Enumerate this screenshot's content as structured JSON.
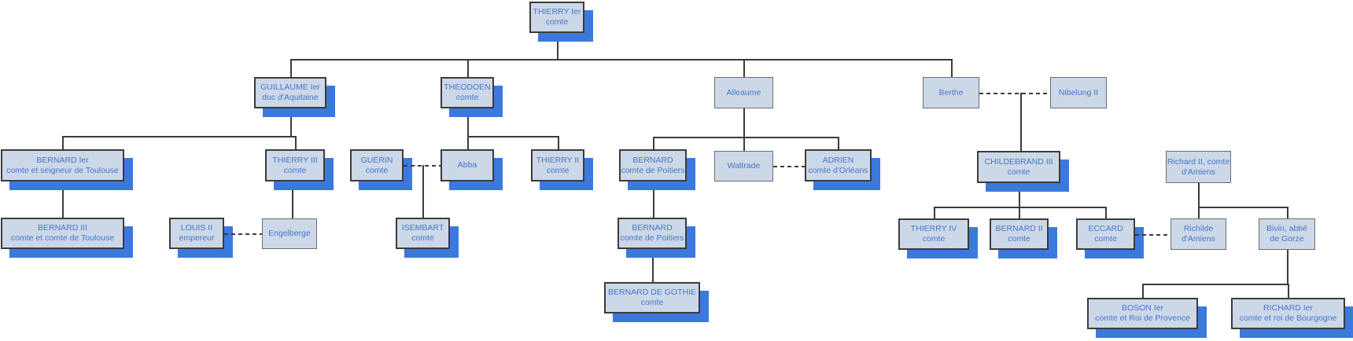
{
  "diagram": {
    "type": "family-tree-org-chart",
    "colors": {
      "box_fill": "#ccd8e8",
      "box_border": "#3c3c3c",
      "plain_border": "#6e6e6e",
      "shadow": "#3b79dd",
      "text": "#4677c8",
      "line": "#3c3c3c",
      "background": "#ffffff"
    },
    "nodes": [
      {
        "id": "thierry-ier",
        "name": "THIERRY Ier",
        "title": "comte"
      },
      {
        "id": "guillaume-ier",
        "name": "GUILLAUME Ier",
        "title": "duc d'Aquitaine"
      },
      {
        "id": "theodoen",
        "name": "THEODOEN",
        "title": "comte"
      },
      {
        "id": "alleaume",
        "name": "Alleaume",
        "title": ""
      },
      {
        "id": "berthe",
        "name": "Berthe",
        "title": ""
      },
      {
        "id": "nibelung-ii",
        "name": "Nibelung II",
        "title": ""
      },
      {
        "id": "bernard-ier",
        "name": "BERNARD Ier",
        "title": "comte et seigneur de Toulouse"
      },
      {
        "id": "thierry-iii",
        "name": "THIERRY III",
        "title": "comte"
      },
      {
        "id": "guerin",
        "name": "GUÉRIN",
        "title": "comte"
      },
      {
        "id": "abba",
        "name": "Abba",
        "title": ""
      },
      {
        "id": "thierry-ii",
        "name": "THIERRY II",
        "title": "comte"
      },
      {
        "id": "bernard-poitiers-1",
        "name": "BERNARD",
        "title": "comte de Poitiers"
      },
      {
        "id": "waltrade",
        "name": "Waltrade",
        "title": ""
      },
      {
        "id": "adrien",
        "name": "ADRIEN",
        "title": "comte d'Orléans"
      },
      {
        "id": "childebrand-iii",
        "name": "CHILDEBRAND III",
        "title": "comte"
      },
      {
        "id": "richard-ii",
        "name": "Richard II, comte",
        "title": "d'Amiens"
      },
      {
        "id": "bernard-iii",
        "name": "BERNARD III",
        "title": "comte et comte de Toulouse"
      },
      {
        "id": "louis-ii",
        "name": "LOUIS II",
        "title": "empereur"
      },
      {
        "id": "engelberge",
        "name": "Engelberge",
        "title": ""
      },
      {
        "id": "isembart",
        "name": "ISEMBART",
        "title": "comte"
      },
      {
        "id": "bernard-poitiers-2",
        "name": "BERNARD",
        "title": "comte de Poitiers"
      },
      {
        "id": "thierry-iv",
        "name": "THIERRY IV",
        "title": "comte"
      },
      {
        "id": "bernard-ii",
        "name": "BERNARD II",
        "title": "comte"
      },
      {
        "id": "eccard",
        "name": "ECCARD",
        "title": "comte"
      },
      {
        "id": "richilde",
        "name": "Richilde",
        "title": "d'Amiens"
      },
      {
        "id": "bivin",
        "name": "Bivin, abbé",
        "title": "de Gorze"
      },
      {
        "id": "bernard-de-gothie",
        "name": "BERNARD DE GOTHIE",
        "title": "comte"
      },
      {
        "id": "boson-ier",
        "name": "BOSON Ier",
        "title": "comte et Roi de Provence"
      },
      {
        "id": "richard-ier",
        "name": "RICHARD Ier",
        "title": "comte et roi de Bourgogne"
      }
    ],
    "marriages": [
      [
        "berthe",
        "nibelung-ii"
      ],
      [
        "guerin",
        "abba"
      ],
      [
        "waltrade",
        "adrien"
      ],
      [
        "louis-ii",
        "engelberge"
      ],
      [
        "eccard",
        "richilde"
      ]
    ],
    "descents": [
      {
        "parents": [
          "thierry-ier"
        ],
        "children": [
          "guillaume-ier",
          "theodoen",
          "alleaume",
          "berthe"
        ]
      },
      {
        "parents": [
          "guillaume-ier"
        ],
        "children": [
          "bernard-ier",
          "thierry-iii"
        ]
      },
      {
        "parents": [
          "theodoen"
        ],
        "children": [
          "abba",
          "thierry-ii"
        ]
      },
      {
        "parents": [
          "alleaume"
        ],
        "children": [
          "bernard-poitiers-1",
          "waltrade",
          "adrien"
        ]
      },
      {
        "parents": [
          "berthe",
          "nibelung-ii"
        ],
        "children": [
          "childebrand-iii"
        ]
      },
      {
        "parents": [
          "bernard-ier"
        ],
        "children": [
          "bernard-iii"
        ]
      },
      {
        "parents": [
          "thierry-iii"
        ],
        "children": [
          "engelberge"
        ]
      },
      {
        "parents": [
          "guerin",
          "abba"
        ],
        "children": [
          "isembart"
        ]
      },
      {
        "parents": [
          "bernard-poitiers-1"
        ],
        "children": [
          "bernard-poitiers-2"
        ]
      },
      {
        "parents": [
          "childebrand-iii"
        ],
        "children": [
          "thierry-iv",
          "bernard-ii",
          "eccard"
        ]
      },
      {
        "parents": [
          "richard-ii"
        ],
        "children": [
          "richilde",
          "bivin"
        ]
      },
      {
        "parents": [
          "bernard-poitiers-2"
        ],
        "children": [
          "bernard-de-gothie"
        ]
      },
      {
        "parents": [
          "bivin"
        ],
        "children": [
          "boson-ier",
          "richard-ier"
        ]
      }
    ]
  }
}
